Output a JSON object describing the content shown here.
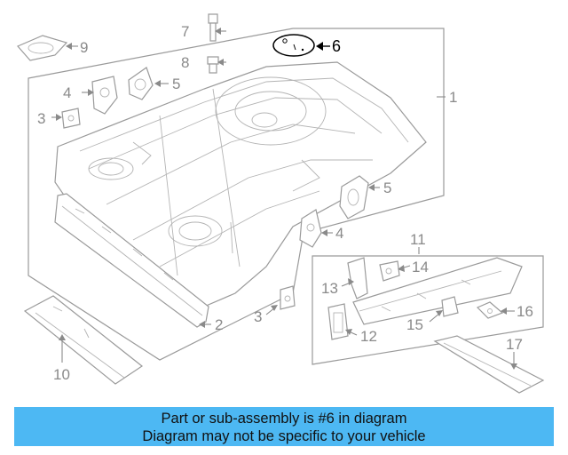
{
  "callouts": {
    "c1": "1",
    "c2": "2",
    "c3a": "3",
    "c3b": "3",
    "c4a": "4",
    "c4b": "4",
    "c5a": "5",
    "c5b": "5",
    "c6": "6",
    "c7": "7",
    "c8": "8",
    "c9": "9",
    "c10": "10",
    "c11": "11",
    "c12": "12",
    "c13": "13",
    "c14": "14",
    "c15": "15",
    "c16": "16",
    "c17": "17"
  },
  "banner": {
    "line1": "Part or sub-assembly is #6 in diagram",
    "line2": "Diagram may not be specific to your vehicle",
    "color": "#4db8f3"
  },
  "colors": {
    "highlight": "#000000",
    "parts": "#9a9a9a"
  }
}
